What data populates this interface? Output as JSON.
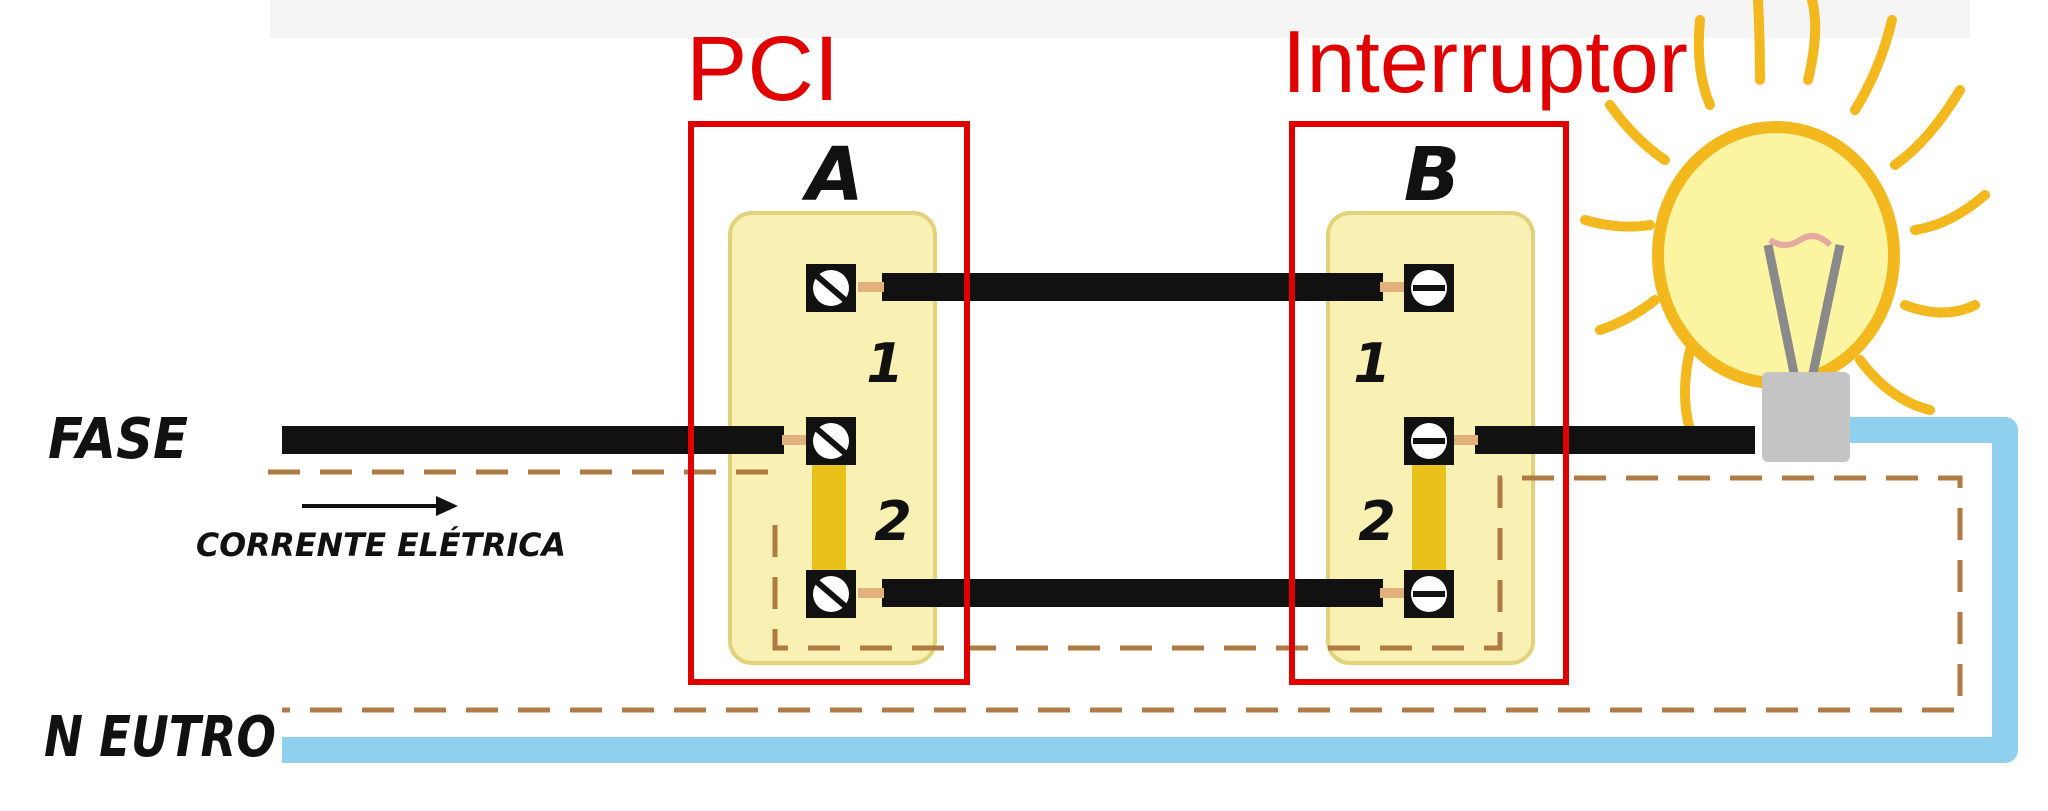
{
  "labels": {
    "pci": "PCI",
    "interruptor": "Interruptor",
    "switch_a": "A",
    "switch_b": "B",
    "terminal_a1": "1",
    "terminal_a2": "2",
    "terminal_b1": "1",
    "terminal_b2": "2",
    "fase": "FASE",
    "corrente": "CORRENTE ELÉTRICA",
    "neutro": "N EUTRO"
  },
  "colors": {
    "highlight_box": "#e00000",
    "phase_wire": "#111111",
    "neutral_wire": "#8fd0ee",
    "switch_body": "#f9f0b4",
    "switch_border": "#e2d27a",
    "bridge": "#e8c21a",
    "current_path": "#b07a45",
    "bulb_rays": "#f2b81e",
    "bulb_glass": "#fbf4a0",
    "bulb_base": "#c4c4c4"
  },
  "icons": {
    "bulb": "light-bulb-icon",
    "screw": "screw-terminal-icon",
    "arrow": "arrow-right-icon"
  }
}
